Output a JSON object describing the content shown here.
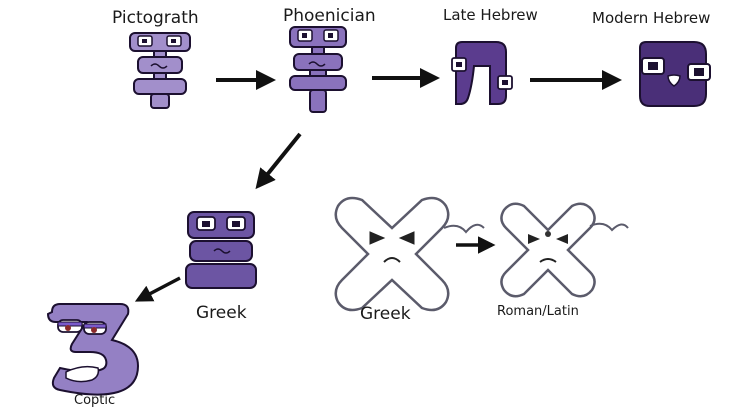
{
  "diagram": {
    "nodes": [
      {
        "id": "pictograph",
        "label": "Pictograth"
      },
      {
        "id": "phoenician",
        "label": "Phoenician"
      },
      {
        "id": "late_hebrew",
        "label": "Late Hebrew"
      },
      {
        "id": "modern_hebrew",
        "label": "Modern Hebrew"
      },
      {
        "id": "greek_samekh",
        "label": "Greek"
      },
      {
        "id": "coptic",
        "label": "Coptic"
      },
      {
        "id": "greek_chi",
        "label": "Greek"
      },
      {
        "id": "roman_latin",
        "label": "Roman/Latin"
      }
    ],
    "edges": [
      {
        "from": "pictograph",
        "to": "phoenician"
      },
      {
        "from": "phoenician",
        "to": "late_hebrew"
      },
      {
        "from": "late_hebrew",
        "to": "modern_hebrew"
      },
      {
        "from": "phoenician",
        "to": "greek_samekh"
      },
      {
        "from": "greek_samekh",
        "to": "coptic"
      },
      {
        "from": "greek_chi",
        "to": "roman_latin"
      }
    ]
  },
  "colors": {
    "purple_light": "#a28fcb",
    "purple_mid": "#7f6bb0",
    "purple_dark": "#4a2f78",
    "outline": "#1c1030",
    "x_fill": "#ffffff",
    "x_outline": "#6a6a7a",
    "arrow": "#111111"
  }
}
